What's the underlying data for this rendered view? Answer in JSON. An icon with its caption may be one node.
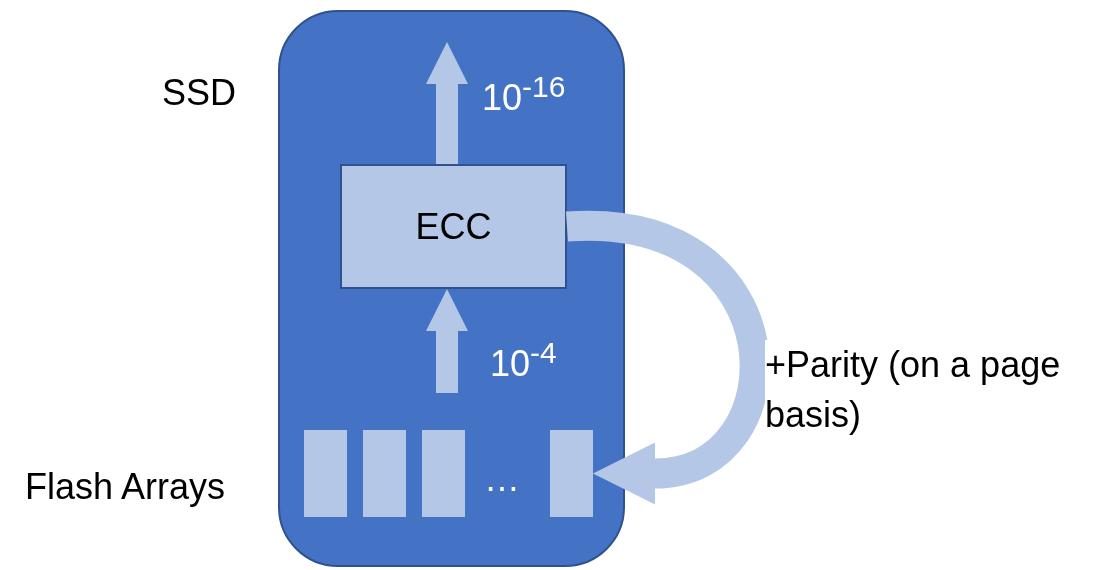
{
  "diagram": {
    "nodes": [
      {
        "text": [
          "SSD"
        ]
      },
      {
        "text": [
          "ECC"
        ],
        "in": 0
      },
      {
        "text": [],
        "shape": "bar",
        "in": 0
      },
      {
        "text": [],
        "shape": "bar",
        "in": 0
      },
      {
        "text": [],
        "shape": "bar",
        "in": 0
      },
      {
        "text": [],
        "shape": "bar",
        "in": 0
      }
    ],
    "edges": [
      {
        "from": null,
        "to": 1,
        "arrow": "to",
        "label": "10$^{-4}$"
      },
      {
        "from": 1,
        "to": null,
        "arrow": "to",
        "label": "10$^{-16}$"
      },
      {
        "from": 1,
        "to": 5,
        "arrow": "to",
        "label": "+Parity (on a page basis)"
      }
    ],
    "labels": [
      "Flash Arrays",
      "…"
    ]
  }
}
